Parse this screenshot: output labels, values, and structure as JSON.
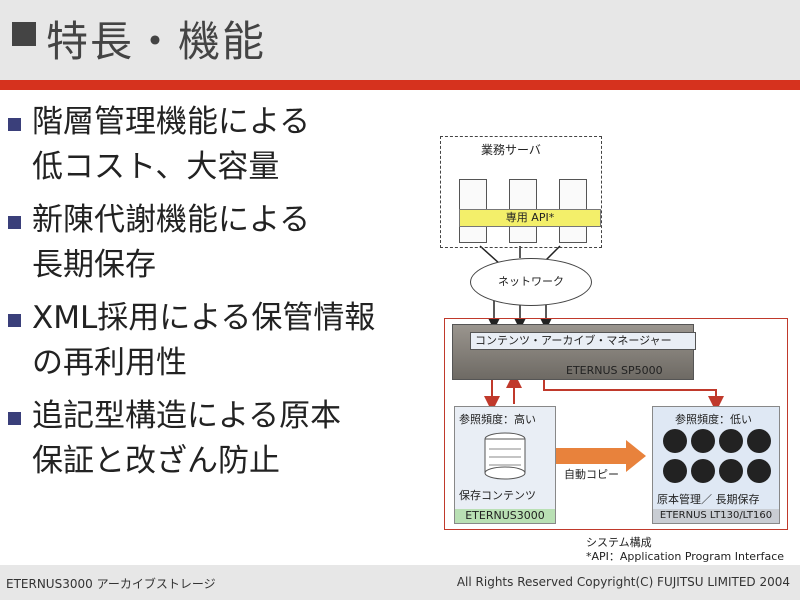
{
  "slide": {
    "title": "特長・機能",
    "bullets": [
      {
        "lines": [
          "階層管理機能による",
          "低コスト、大容量"
        ]
      },
      {
        "lines": [
          "新陳代謝機能による",
          "長期保存"
        ]
      },
      {
        "lines": [
          "XML採用による保管情報",
          "の再利用性"
        ]
      },
      {
        "lines": [
          "追記型構造による原本",
          "保証と改ざん防止"
        ]
      }
    ]
  },
  "diagram": {
    "server_label": "業務サーバ",
    "api_label": "専用 API*",
    "network_label": "ネットワーク",
    "manager_label": "コンテンツ・アーカイブ・マネージャー",
    "sp_label": "ETERNUS SP5000",
    "disk_freq": "参照頻度：高い",
    "disk_content": "保存コンテンツ",
    "disk_model": "ETERNUS3000",
    "auto_copy": "自動コピー",
    "tape_freq": "参照頻度：低い",
    "tape_content": "原本管理／ 長期保存",
    "tape_model": "ETERNUS LT130/LT160",
    "caption_title": "システム構成",
    "caption_api": "*API：Application Program Interface"
  },
  "footer": {
    "left": "ETERNUS3000 アーカイブストレージ",
    "right": "All Rights Reserved Copyright(C) FUJITSU LIMITED 2004"
  },
  "colors": {
    "accent_red": "#d6321e",
    "api_band": "#f3ef6a",
    "disk_model_bg": "#b9e0b4"
  }
}
